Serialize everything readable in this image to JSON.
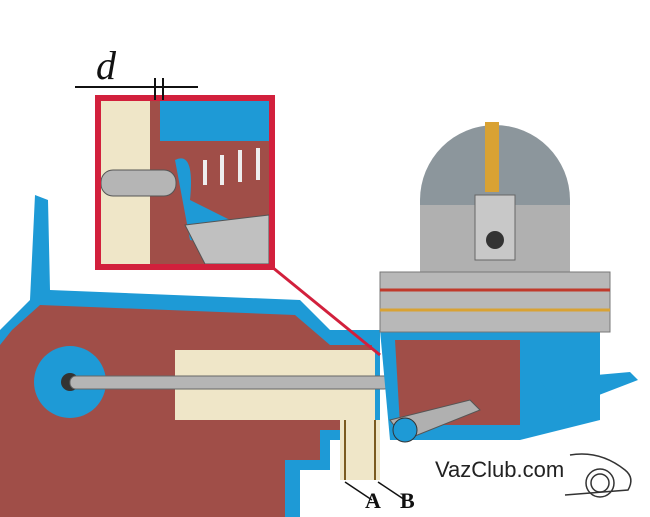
{
  "labels": {
    "gap": "d",
    "point_a": "A",
    "point_b": "B"
  },
  "watermark": "VazClub.com",
  "colors": {
    "housing_blue": "#1e9ad6",
    "body_maroon": "#a04e48",
    "inset_frame_red": "#d2203c",
    "spacer_cream": "#efe6c8",
    "metal_gray": "#a9a9a9"
  }
}
